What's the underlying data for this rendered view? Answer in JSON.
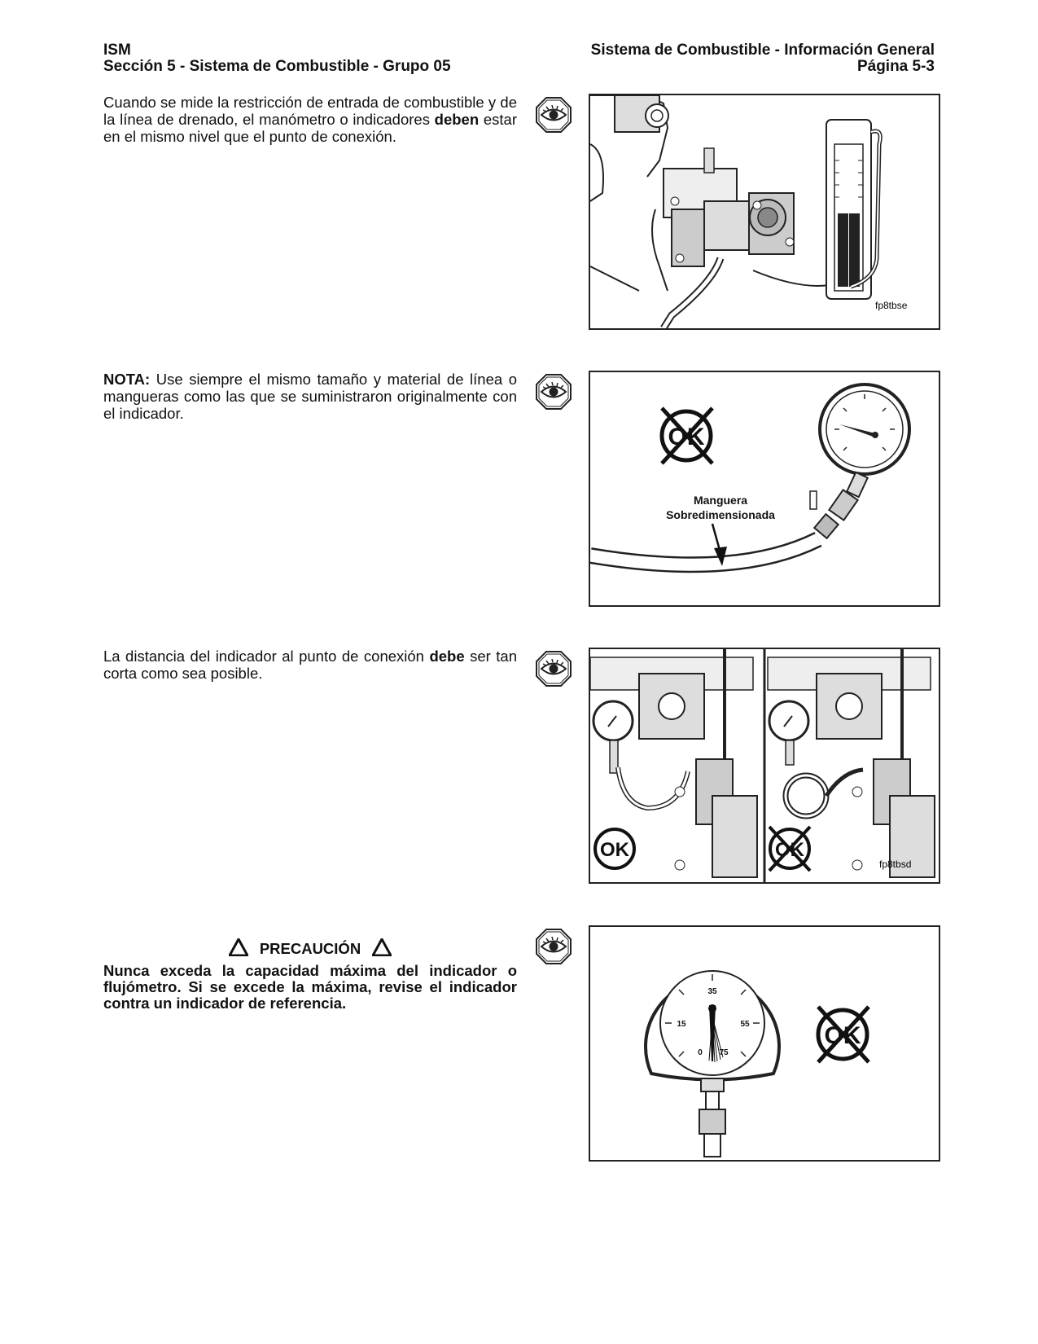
{
  "header": {
    "left_line1": "ISM",
    "left_line2": "Sección 5 - Sistema de Combustible - Grupo 05",
    "right_line1": "Sistema de Combustible - Información General",
    "right_line2": "Página 5-3"
  },
  "sections": [
    {
      "text_parts": [
        "Cuando se mide la restricción de entrada de combustible y de la línea de drenado, el manómetro o indicadores ",
        "deben",
        " estar en el mismo nivel que el punto de conexión."
      ],
      "figure_code": "fp8tbse"
    },
    {
      "text_parts": [
        "NOTA:",
        " Use siempre el mismo tamaño y material de línea o mangueras como las que se suministraron originalmente con el indicador."
      ],
      "figure_label_line1": "Manguera",
      "figure_label_line2": "Sobredimensionada",
      "ok_mark": "OK"
    },
    {
      "text_parts": [
        "La distancia del indicador al punto de conexión ",
        "debe",
        " ser tan corta como sea posible."
      ],
      "figure_code": "fp8tbsd",
      "ok_mark": "OK"
    },
    {
      "caution_title": "PRECAUCIÓN",
      "caution_body": "Nunca exceda la capacidad máxima del indicador o flujómetro. Si se excede la máxima, revise el indicador contra un indicador de referencia.",
      "gauge_ticks": [
        "35",
        "15",
        "55",
        "0",
        "75"
      ],
      "ok_mark": "OK"
    }
  ],
  "icons": {
    "eye": "eye-icon",
    "warning": "warning-triangle-icon"
  }
}
